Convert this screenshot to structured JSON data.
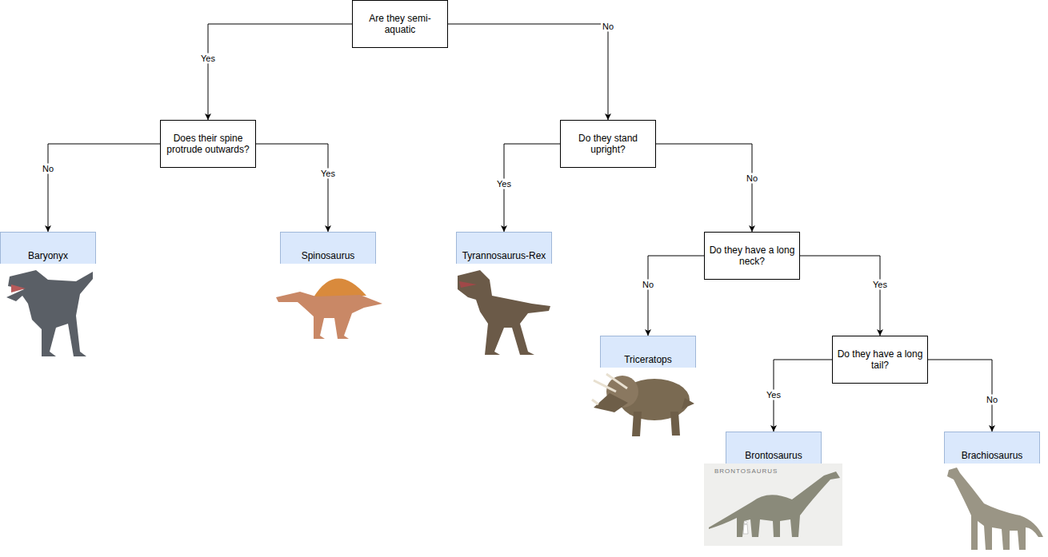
{
  "diagram": {
    "nodes": [
      {
        "text": [
          "Are they semi-aquatic"
        ]
      },
      {
        "text": [
          "Does their spine protrude outwards?"
        ]
      },
      {
        "text": [
          "Do they stand upright?"
        ]
      },
      {
        "text": [
          "Baryonyx"
        ]
      },
      {
        "text": [
          "Spinosaurus"
        ]
      },
      {
        "text": [
          "Tyrannosaurus-Rex"
        ]
      },
      {
        "text": [
          "Do they have a long neck?"
        ]
      },
      {
        "text": [
          "Triceratops"
        ]
      },
      {
        "text": [
          "Do they have a long tail?"
        ]
      },
      {
        "text": [
          "Brontosaurus"
        ]
      },
      {
        "text": [
          "Brachiosaurus"
        ]
      }
    ],
    "edges": [
      {
        "from": 0,
        "to": 1,
        "arrow": "to",
        "label": "Yes"
      },
      {
        "from": 0,
        "to": 2,
        "arrow": "to",
        "label": "No"
      },
      {
        "from": 1,
        "to": 3,
        "arrow": "to",
        "label": "No"
      },
      {
        "from": 1,
        "to": 4,
        "arrow": "to",
        "label": "Yes"
      },
      {
        "from": 2,
        "to": 5,
        "arrow": "to",
        "label": "Yes"
      },
      {
        "from": 2,
        "to": 6,
        "arrow": "to",
        "label": "No"
      },
      {
        "from": 6,
        "to": 7,
        "arrow": "to",
        "label": "No"
      },
      {
        "from": 6,
        "to": 8,
        "arrow": "to",
        "label": "Yes"
      },
      {
        "from": 8,
        "to": 9,
        "arrow": "to",
        "label": "Yes"
      },
      {
        "from": 8,
        "to": 10,
        "arrow": "to",
        "label": "No"
      }
    ],
    "labels": [
      "BRONTOSAURUS"
    ]
  }
}
